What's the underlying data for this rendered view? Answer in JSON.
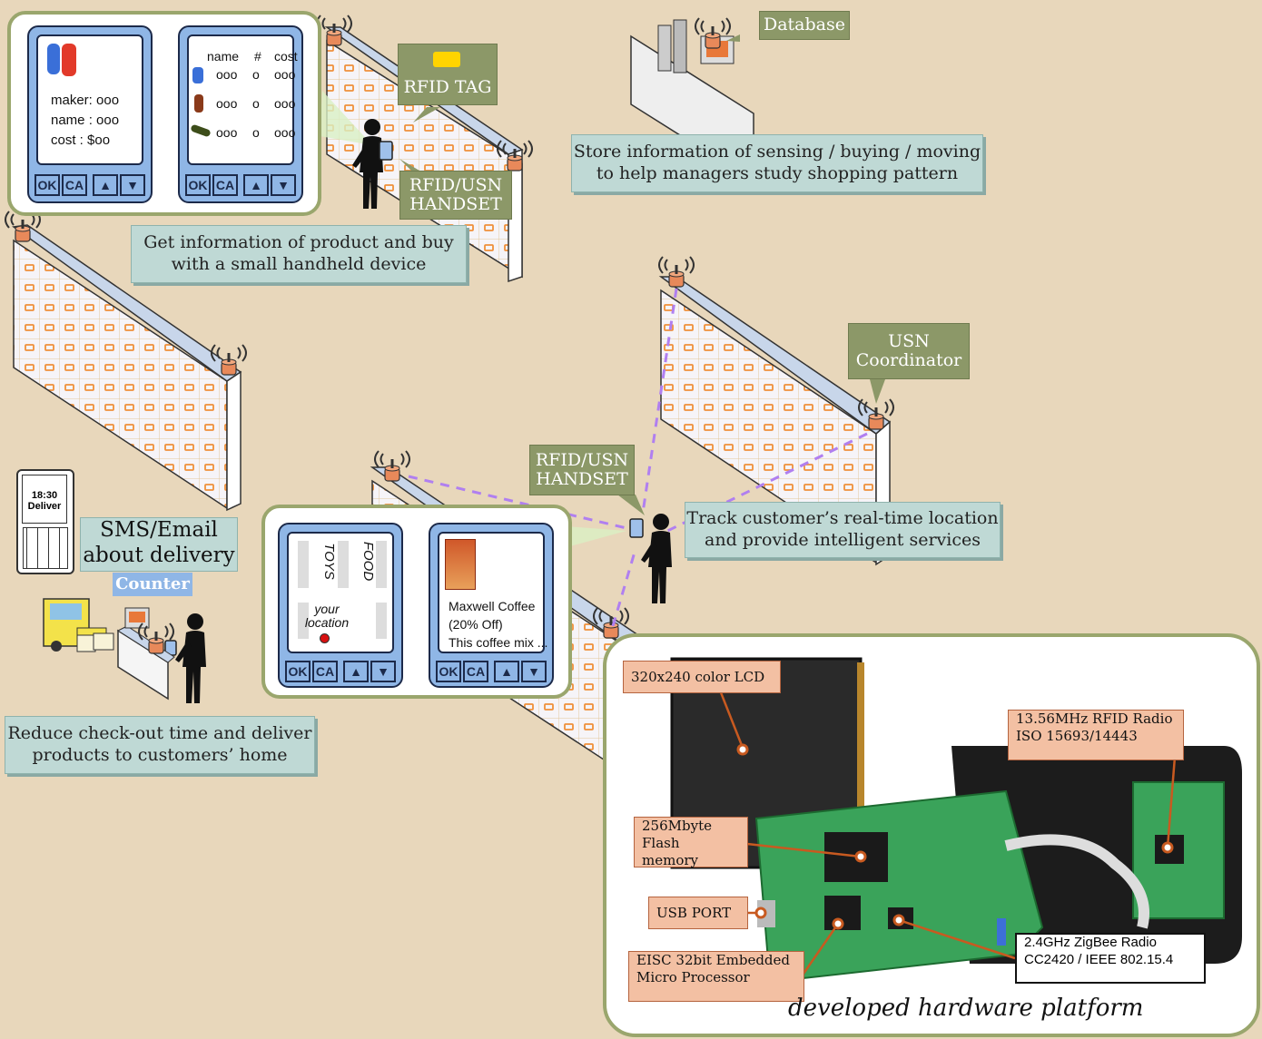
{
  "labels": {
    "database": "Database",
    "rfid_tag": "RFID TAG",
    "rfid_usn_handset_top": "RFID/USN HANDSET",
    "rfid_usn_handset_mid": "RFID/USN HANDSET",
    "usn_coordinator": "USN Coordinator",
    "counter": "Counter"
  },
  "callouts": {
    "store_info": "Store information of sensing / buying / moving to help managers study shopping pattern",
    "get_info": "Get information of product and buy with a small handheld device",
    "track": "Track customer’s real-time location and provide intelligent services",
    "reduce": "Reduce check-out time and deliver products to customers’ home",
    "sms": "SMS/Email about delivery"
  },
  "phone_top_left": {
    "maker": "maker: ooo",
    "name": "name : ooo",
    "cost": "cost   : $oo"
  },
  "phone_top_right": {
    "headers": [
      "name",
      "#",
      "cost"
    ],
    "rows": [
      [
        "ooo",
        "o",
        "ooo"
      ],
      [
        "ooo",
        "o",
        "ooo"
      ],
      [
        "ooo",
        "o",
        "ooo"
      ]
    ]
  },
  "phone_buttons": [
    "OK",
    "CA",
    "▲",
    "▼"
  ],
  "phone_map": {
    "aisle1": "TOYS",
    "aisle2": "FOOD",
    "location": "your location"
  },
  "phone_coffee": {
    "line1": "Maxwell Coffee",
    "line2": "(20% Off)",
    "line3": "This coffee mix ..."
  },
  "cellphone": {
    "time": "18:30",
    "text": "Deliver"
  },
  "hardware": {
    "lcd": "320x240 color LCD",
    "rfid_radio_1": "13.56MHz RFID Radio",
    "rfid_radio_2": "ISO 15693/14443",
    "flash_1": "256Mbyte",
    "flash_2": "Flash memory",
    "usb": "USB PORT",
    "eisc_1": "EISC 32bit Embedded",
    "eisc_2": "Micro Processor",
    "zigbee_1": "2.4GHz ZigBee Radio",
    "zigbee_2": "CC2420 / IEEE 802.15.4",
    "caption": "developed hardware platform"
  },
  "colors": {
    "background": "#e8d7bb",
    "callout_green": "#bfd9d5",
    "olive": "#8c9868",
    "phone_blue": "#8fb6e6",
    "salmon": "#f3c0a3",
    "dashed_purple": "#b07ff0"
  }
}
